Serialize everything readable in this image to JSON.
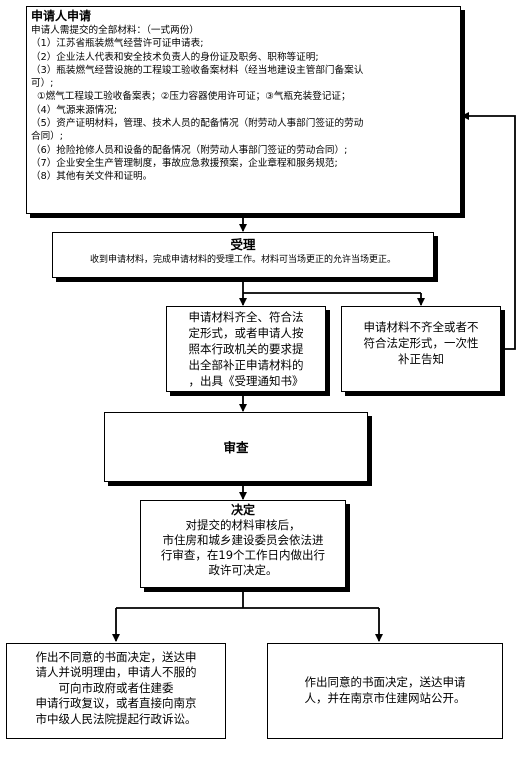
{
  "application": {
    "title": "申请人申请",
    "lines": [
      "申请人需提交的全部材料：（一式两份）",
      "（1）江苏省瓶装燃气经营许可证申请表;",
      "（2）企业法人代表和安全技术负责人的身份证及职务、职称等证明;",
      "（3）瓶装燃气经营设施的工程竣工验收备案材料（经当地建设主管部门备案认",
      "可）;",
      "①燃气工程竣工验收备案表；②压力容器使用许可证；③气瓶充装登记证；",
      "（4）气源来源情况;",
      "（5）资产证明材料，管理、技术人员的配备情况（附劳动人事部门签证的劳动",
      "合同）;",
      "（6）抢险抢修人员和设备的配备情况（附劳动人事部门签证的劳动合同）;",
      "（7）企业安全生产管理制度，事故应急救援预案，企业章程和服务规范;",
      "（8）其他有关文件和证明。"
    ]
  },
  "acceptance": {
    "title": "受理",
    "desc": "收到申请材料，完成申请材料的受理工作。材料可当场更正的允许当场更正。"
  },
  "complete": {
    "lines": [
      "申请材料齐全、符合法",
      "定形式，或者申请人按",
      "照本行政机关的要求提",
      "出全部补正申请材料的",
      "，出具《受理通知书》"
    ]
  },
  "incomplete": {
    "lines": [
      "申请材料不齐全或者不",
      "符合法定形式，一次性",
      "补正告知"
    ]
  },
  "review": {
    "title": "审查"
  },
  "decision": {
    "title": "决定",
    "lines": [
      "对提交的材料审核后，",
      "市住房和城乡建设委员会依法进",
      "行审查，在19个工作日内做出行",
      "政许可决定。"
    ]
  },
  "deny": {
    "lines": [
      "作出不同意的书面决定，送达申",
      "请人并说明理由，申请人不服的",
      "可向市政府或者住建委",
      "申请行政复议，或者直接向南京",
      "市中级人民法院提起行政诉讼。"
    ]
  },
  "approve": {
    "lines": [
      "作出同意的书面决定，送达申请",
      "人，并在南京市住建网站公开。"
    ]
  }
}
